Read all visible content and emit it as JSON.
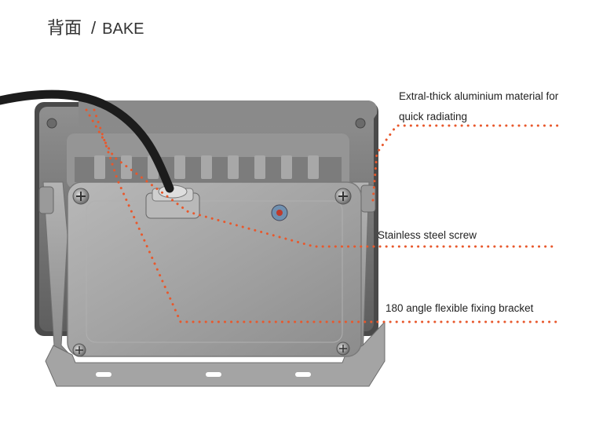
{
  "heading": {
    "cn": "背面",
    "separator": "/",
    "en": "BAKE"
  },
  "callouts": [
    {
      "line1": "Extral-thick aluminium material for",
      "line2": "quick radiating"
    },
    {
      "line1": "Stainless steel screw"
    },
    {
      "line1": "180 angle flexible fixing bracket"
    }
  ],
  "colors": {
    "accent": "#e8582c",
    "housing": "#9a9a9a",
    "text": "#222222"
  }
}
